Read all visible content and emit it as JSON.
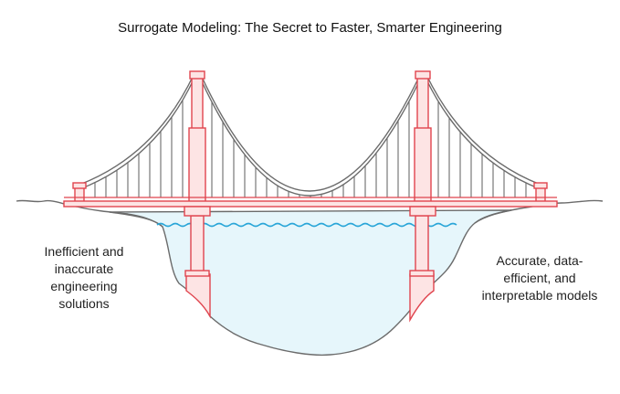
{
  "title": "Surrogate Modeling: The Secret to Faster, Smarter Engineering",
  "left_caption": {
    "lines": [
      "Inefficient and",
      "inaccurate",
      "engineering",
      "solutions"
    ]
  },
  "right_caption": {
    "lines": [
      "Accurate, data-",
      "efficient, and",
      "interpretable models"
    ]
  },
  "icons": [
    "suspension-bridge-illustration",
    "water-gorge-illustration"
  ],
  "colors": {
    "bridge_stroke": "#e0444e",
    "bridge_fill": "#fde4e4",
    "cable_stroke": "#6b6b6b",
    "water_fill": "#e6f6fb",
    "water_line": "#2aa6d8",
    "ground_stroke": "#6b6b6b"
  }
}
